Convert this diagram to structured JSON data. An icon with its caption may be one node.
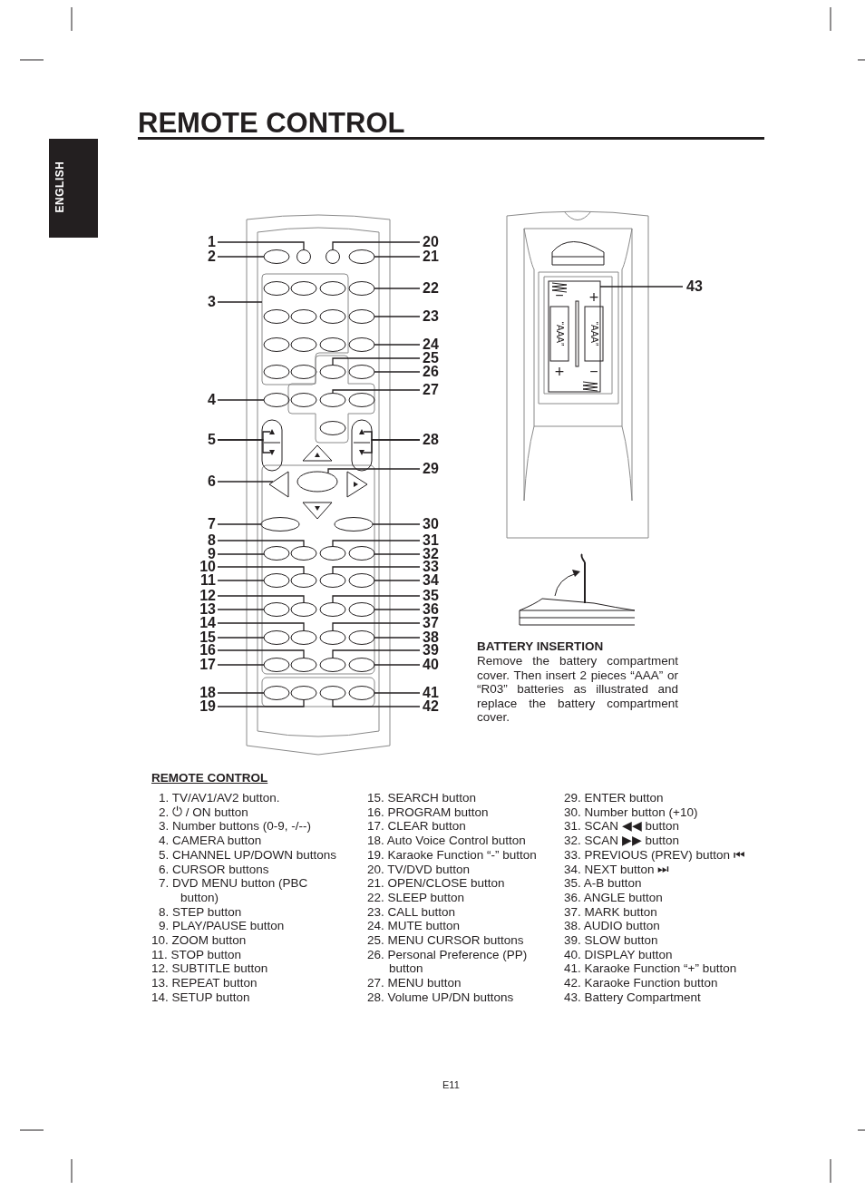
{
  "diagram": {
    "title": "REMOTE CONTROL",
    "nodes": [
      {
        "text": [
          "1"
        ]
      },
      {
        "text": [
          "2"
        ]
      },
      {
        "text": [
          "3"
        ]
      },
      {
        "text": [
          "4"
        ]
      },
      {
        "text": [
          "5"
        ]
      },
      {
        "text": [
          "6"
        ]
      },
      {
        "text": [
          "7"
        ]
      },
      {
        "text": [
          "8"
        ]
      },
      {
        "text": [
          "9"
        ]
      },
      {
        "text": [
          "10"
        ]
      },
      {
        "text": [
          "11"
        ]
      },
      {
        "text": [
          "12"
        ]
      },
      {
        "text": [
          "13"
        ]
      },
      {
        "text": [
          "14"
        ]
      },
      {
        "text": [
          "15"
        ]
      },
      {
        "text": [
          "16"
        ]
      },
      {
        "text": [
          "17"
        ]
      },
      {
        "text": [
          "18"
        ]
      },
      {
        "text": [
          "19"
        ]
      },
      {
        "text": [
          "20"
        ]
      },
      {
        "text": [
          "21"
        ]
      },
      {
        "text": [
          "22"
        ]
      },
      {
        "text": [
          "23"
        ]
      },
      {
        "text": [
          "24"
        ]
      },
      {
        "text": [
          "25"
        ]
      },
      {
        "text": [
          "26"
        ]
      },
      {
        "text": [
          "27"
        ]
      },
      {
        "text": [
          "28"
        ]
      },
      {
        "text": [
          "29"
        ]
      },
      {
        "text": [
          "30"
        ]
      },
      {
        "text": [
          "31"
        ]
      },
      {
        "text": [
          "32"
        ]
      },
      {
        "text": [
          "33"
        ]
      },
      {
        "text": [
          "34"
        ]
      },
      {
        "text": [
          "35"
        ]
      },
      {
        "text": [
          "36"
        ]
      },
      {
        "text": [
          "37"
        ]
      },
      {
        "text": [
          "38"
        ]
      },
      {
        "text": [
          "39"
        ]
      },
      {
        "text": [
          "40"
        ]
      },
      {
        "text": [
          "41"
        ]
      },
      {
        "text": [
          "42"
        ]
      },
      {
        "text": [
          "43"
        ]
      },
      {
        "text": [],
        "shape": "circle"
      },
      {
        "text": [],
        "shape": "oval"
      },
      {
        "text": [],
        "shape": "box"
      },
      {
        "text": [],
        "shape": "oval"
      },
      {
        "text": [],
        "shape": "triangle"
      },
      {
        "text": [],
        "shape": "triangle"
      },
      {
        "text": [],
        "shape": "triangle"
      },
      {
        "text": [],
        "shape": "oval"
      },
      {
        "text": [],
        "shape": "oval"
      },
      {
        "text": [],
        "shape": "oval"
      },
      {
        "text": [],
        "shape": "oval"
      },
      {
        "text": [],
        "shape": "oval"
      },
      {
        "text": [],
        "shape": "oval"
      },
      {
        "text": [],
        "shape": "oval"
      },
      {
        "text": [],
        "shape": "oval"
      },
      {
        "text": [],
        "shape": "oval"
      },
      {
        "text": [],
        "shape": "oval"
      },
      {
        "text": [],
        "shape": "oval"
      },
      {
        "text": [],
        "shape": "oval"
      },
      {
        "text": [],
        "shape": "oval"
      },
      {
        "text": [],
        "shape": "circle"
      },
      {
        "text": [],
        "shape": "oval"
      },
      {
        "text": [],
        "shape": "oval"
      },
      {
        "text": [],
        "shape": "oval"
      },
      {
        "text": [],
        "shape": "oval"
      },
      {
        "text": [],
        "shape": "oval"
      },
      {
        "text": [],
        "shape": "oval"
      },
      {
        "text": [],
        "shape": "oval"
      },
      {
        "text": [],
        "shape": "triangle"
      },
      {
        "text": [],
        "shape": "triangle"
      },
      {
        "text": [],
        "shape": "oval"
      },
      {
        "text": [],
        "shape": "oval"
      },
      {
        "text": [],
        "shape": "oval"
      },
      {
        "text": [],
        "shape": "oval"
      },
      {
        "text": [],
        "shape": "oval"
      },
      {
        "text": [],
        "shape": "oval"
      },
      {
        "text": [],
        "shape": "oval"
      },
      {
        "text": [],
        "shape": "oval"
      },
      {
        "text": [],
        "shape": "oval"
      },
      {
        "text": [],
        "shape": "oval"
      },
      {
        "text": [],
        "shape": "oval"
      },
      {
        "text": [],
        "shape": "oval"
      },
      {
        "text": [],
        "shape": "oval"
      },
      {
        "text": [],
        "shape": "oval"
      },
      {
        "text": [],
        "shape": "box"
      }
    ],
    "edges": [
      {
        "from": 0,
        "to": 43,
        "arrow": "none"
      },
      {
        "from": 1,
        "to": 44,
        "arrow": "none"
      },
      {
        "from": 2,
        "to": 45,
        "arrow": "none"
      },
      {
        "from": 3,
        "to": 46,
        "arrow": "none"
      },
      {
        "from": 4,
        "to": 47,
        "arrow": "none"
      },
      {
        "from": 4,
        "to": 48,
        "arrow": "none"
      },
      {
        "from": 5,
        "to": 49,
        "arrow": "none"
      },
      {
        "from": 6,
        "to": 50,
        "arrow": "none"
      },
      {
        "from": 7,
        "to": 51,
        "arrow": "none"
      },
      {
        "from": 8,
        "to": 52,
        "arrow": "none"
      },
      {
        "from": 9,
        "to": 53,
        "arrow": "none"
      },
      {
        "from": 10,
        "to": 54,
        "arrow": "none"
      },
      {
        "from": 11,
        "to": 55,
        "arrow": "none"
      },
      {
        "from": 12,
        "to": 56,
        "arrow": "none"
      },
      {
        "from": 13,
        "to": 57,
        "arrow": "none"
      },
      {
        "from": 14,
        "to": 58,
        "arrow": "none"
      },
      {
        "from": 15,
        "to": 59,
        "arrow": "none"
      },
      {
        "from": 16,
        "to": 60,
        "arrow": "none"
      },
      {
        "from": 17,
        "to": 61,
        "arrow": "none"
      },
      {
        "from": 18,
        "to": 62,
        "arrow": "none"
      },
      {
        "from": 19,
        "to": 63,
        "arrow": "none"
      },
      {
        "from": 20,
        "to": 64,
        "arrow": "none"
      },
      {
        "from": 21,
        "to": 65,
        "arrow": "none"
      },
      {
        "from": 22,
        "to": 66,
        "arrow": "none"
      },
      {
        "from": 23,
        "to": 67,
        "arrow": "none"
      },
      {
        "from": 24,
        "to": 68,
        "arrow": "none"
      },
      {
        "from": 25,
        "to": 69,
        "arrow": "none"
      },
      {
        "from": 26,
        "to": 70,
        "arrow": "none"
      },
      {
        "from": 27,
        "to": 71,
        "arrow": "none"
      },
      {
        "from": 27,
        "to": 72,
        "arrow": "none"
      },
      {
        "from": 28,
        "to": 73,
        "arrow": "none"
      },
      {
        "from": 29,
        "to": 74,
        "arrow": "none"
      },
      {
        "from": 30,
        "to": 75,
        "arrow": "none"
      },
      {
        "from": 31,
        "to": 76,
        "arrow": "none"
      },
      {
        "from": 32,
        "to": 77,
        "arrow": "none"
      },
      {
        "from": 33,
        "to": 78,
        "arrow": "none"
      },
      {
        "from": 34,
        "to": 79,
        "arrow": "none"
      },
      {
        "from": 35,
        "to": 80,
        "arrow": "none"
      },
      {
        "from": 36,
        "to": 81,
        "arrow": "none"
      },
      {
        "from": 37,
        "to": 82,
        "arrow": "none"
      },
      {
        "from": 38,
        "to": 83,
        "arrow": "none"
      },
      {
        "from": 39,
        "to": 84,
        "arrow": "none"
      },
      {
        "from": 40,
        "to": 85,
        "arrow": "none"
      },
      {
        "from": 41,
        "to": 86,
        "arrow": "none"
      },
      {
        "from": 42,
        "to": 87,
        "arrow": "none"
      }
    ],
    "labels": [
      "ENGLISH",
      "−",
      "+",
      "“AAA”",
      "“AAA”",
      "+",
      "−",
      "BATTERY INSERTION",
      "Remove the battery compartment cover. Then insert 2 pieces “AAA” or “R03” batteries as illustrated and replace the battery compartment cover.",
      "REMOTE CONTROL",
      "1. TV/AV1/AV2 button.",
      "2. ⏻ / ON button",
      "3. Number buttons (0-9, -/--)",
      "4. CAMERA button",
      "5. CHANNEL UP/DOWN buttons",
      "6. CURSOR buttons",
      "7. DVD MENU button (PBC button)",
      "8. STEP button",
      "9. PLAY/PAUSE button",
      "10. ZOOM button",
      "11. STOP button",
      "12. SUBTITLE button",
      "13. REPEAT button",
      "14. SETUP button",
      "15. SEARCH button",
      "16. PROGRAM button",
      "17. CLEAR button",
      "18. Auto Voice Control button",
      "19. Karaoke Function “-” button",
      "20. TV/DVD button",
      "21. OPEN/CLOSE button",
      "22. SLEEP button",
      "23. CALL button",
      "24. MUTE button",
      "25. MENU CURSOR buttons",
      "26. Personal Preference (PP) button",
      "27. MENU button",
      "28. Volume UP/DN buttons",
      "29. ENTER button",
      "30. Number button (+10)",
      "31. SCAN ◀◀ button",
      "32. SCAN ▶▶ button",
      "33. PREVIOUS (PREV) button ⏮",
      "34. NEXT button ⏭",
      "35. A-B button",
      "36. ANGLE button",
      "37. MARK button",
      "38. AUDIO button",
      "39. SLOW button",
      "40. DISPLAY button",
      "41. Karaoke Function “+” button",
      "42. Karaoke Function button",
      "43. Battery Compartment",
      "E11"
    ]
  }
}
